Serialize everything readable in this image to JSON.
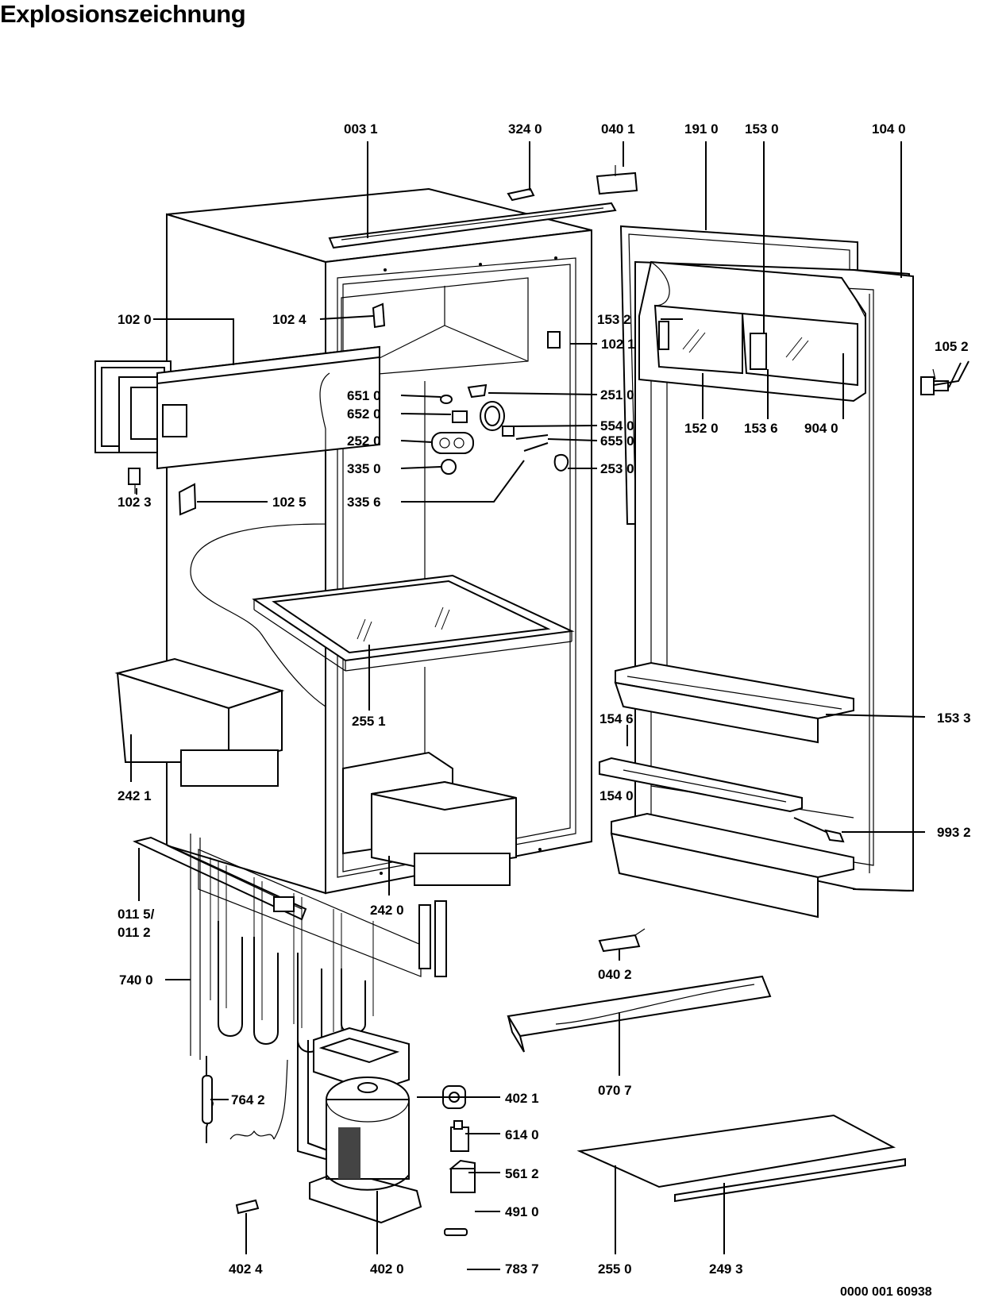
{
  "title": "Explosionszeichnung",
  "doc_number": "0000 001 60938",
  "labels": {
    "p0031": "003 1",
    "p3240": "324 0",
    "p0401": "040 1",
    "p1910": "191 0",
    "p1530": "153 0",
    "p1040": "104 0",
    "p1020": "102 0",
    "p1024": "102 4",
    "p1532": "153 2",
    "p1021": "102 1",
    "p1052": "105 2",
    "p6510": "651 0",
    "p6520": "652 0",
    "p2510": "251 0",
    "p2520": "252 0",
    "p5540": "554 0",
    "p6550": "655 0",
    "p3350": "335 0",
    "p2530": "253 0",
    "p3356": "335 6",
    "p1023": "102 3",
    "p1025": "102 5",
    "p1520": "152 0",
    "p1536": "153 6",
    "p9040": "904 0",
    "p2551": "255 1",
    "p2421": "242 1",
    "p1546": "154 6",
    "p1533": "153 3",
    "p1540": "154 0",
    "p9932": "993 2",
    "p0115": "011 5/",
    "p0112": "011 2",
    "p2420": "242 0",
    "p7400": "740 0",
    "p0402": "040 2",
    "p0707": "070 7",
    "p7642": "764 2",
    "p4021": "402 1",
    "p6140": "614 0",
    "p5612": "561 2",
    "p4910": "491 0",
    "p4024": "402 4",
    "p4020": "402 0",
    "p7837": "783 7",
    "p2550": "255 0",
    "p2493": "249 3"
  }
}
